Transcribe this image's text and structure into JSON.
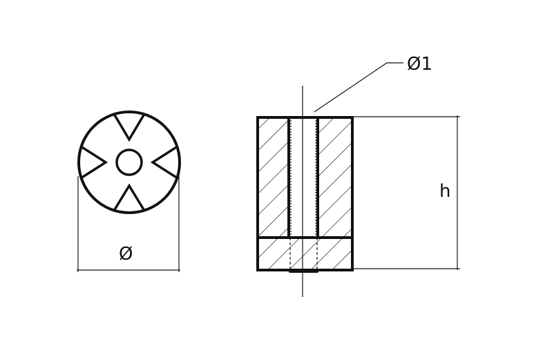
{
  "labels": {
    "diameter": "Ø",
    "bore_diameter": "Ø1",
    "height": "h"
  },
  "colors": {
    "line": "#111111",
    "background": "#ffffff"
  }
}
